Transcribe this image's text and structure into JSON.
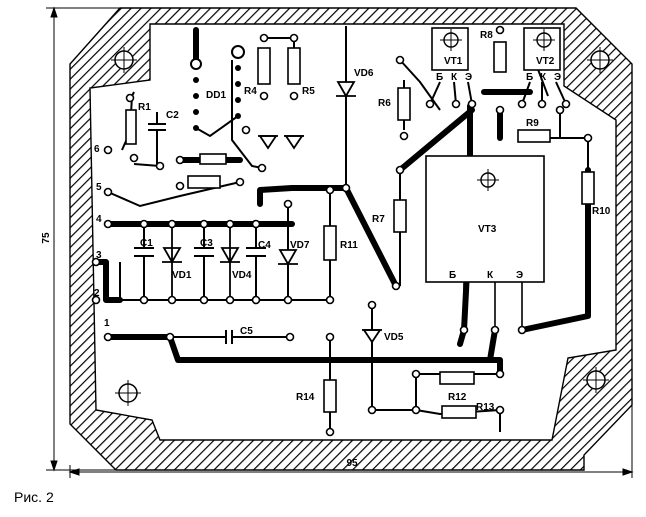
{
  "figure": {
    "caption": "Рис. 2",
    "dimension_height": "75",
    "dimension_width": "95"
  },
  "components": {
    "transistors": [
      "VT1",
      "VT2",
      "VT3"
    ],
    "pins": [
      "Б",
      "К",
      "Э"
    ],
    "resistors": [
      "R1",
      "R4",
      "R5",
      "R6",
      "R7",
      "R8",
      "R9",
      "R10",
      "R11",
      "R12",
      "R13",
      "R14"
    ],
    "capacitors": [
      "C1",
      "C2",
      "C3",
      "C4",
      "C5"
    ],
    "diodes": [
      "VD1",
      "VD4",
      "VD5",
      "VD6",
      "VD7"
    ],
    "chip": "DD1",
    "terminals": [
      "1",
      "2",
      "3",
      "4",
      "5",
      "6"
    ]
  },
  "colors": {
    "ink": "#000000",
    "paper": "#ffffff"
  }
}
